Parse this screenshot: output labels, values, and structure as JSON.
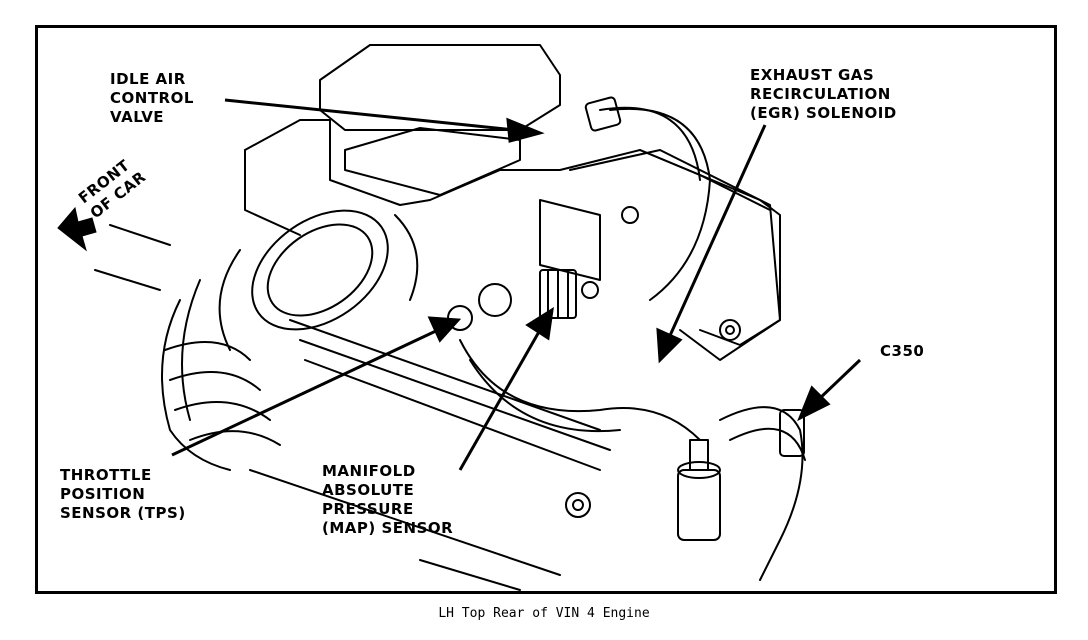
{
  "labels": {
    "idle_air": "IDLE AIR\nCONTROL\nVALVE",
    "egr": "EXHAUST GAS\nRECIRCULATION\n(EGR) SOLENOID",
    "front": "FRONT\nOF CAR",
    "c350": "C350",
    "tps": "THROTTLE\nPOSITION\nSENSOR (TPS)",
    "map": "MANIFOLD\nABSOLUTE\nPRESSURE\n(MAP) SENSOR"
  },
  "caption": "LH Top Rear of VIN 4 Engine"
}
